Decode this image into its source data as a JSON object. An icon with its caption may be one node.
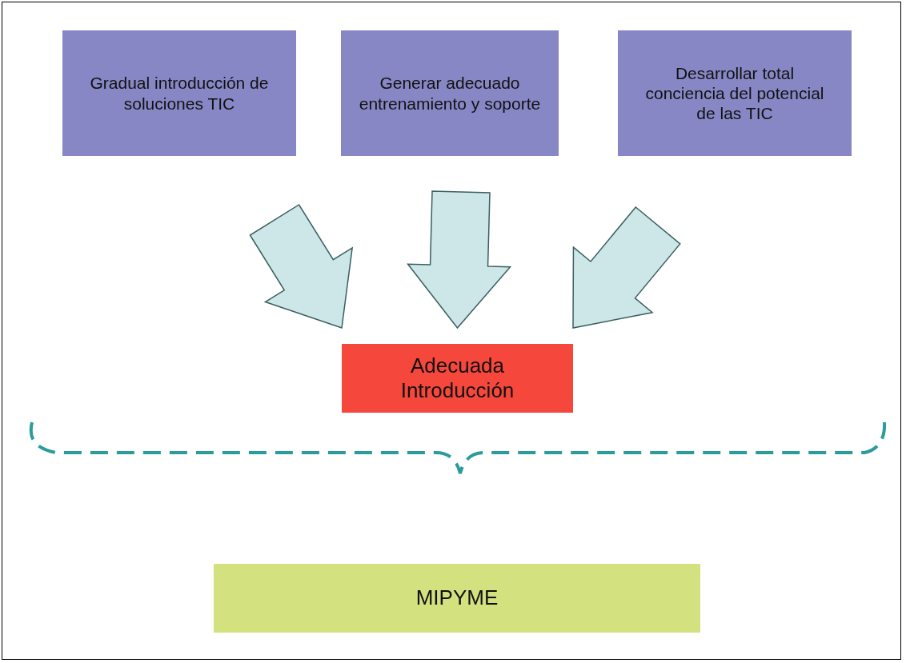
{
  "diagram": {
    "nodes": [
      {
        "text": [
          "Gradual introducción de soluciones TIC"
        ]
      },
      {
        "text": [
          "Generar adecuado entrenamiento y soporte"
        ]
      },
      {
        "text": [
          "Desarrollar total conciencia del potencial de las TIC"
        ]
      },
      {
        "text": [
          "Adecuada Introducción"
        ]
      },
      {
        "text": [
          "MIPYME"
        ]
      }
    ],
    "edges": [
      {
        "from": 0,
        "to": 3,
        "arrow": "to"
      },
      {
        "from": 1,
        "to": 3,
        "arrow": "to"
      },
      {
        "from": 2,
        "to": 3,
        "arrow": "to"
      }
    ]
  }
}
